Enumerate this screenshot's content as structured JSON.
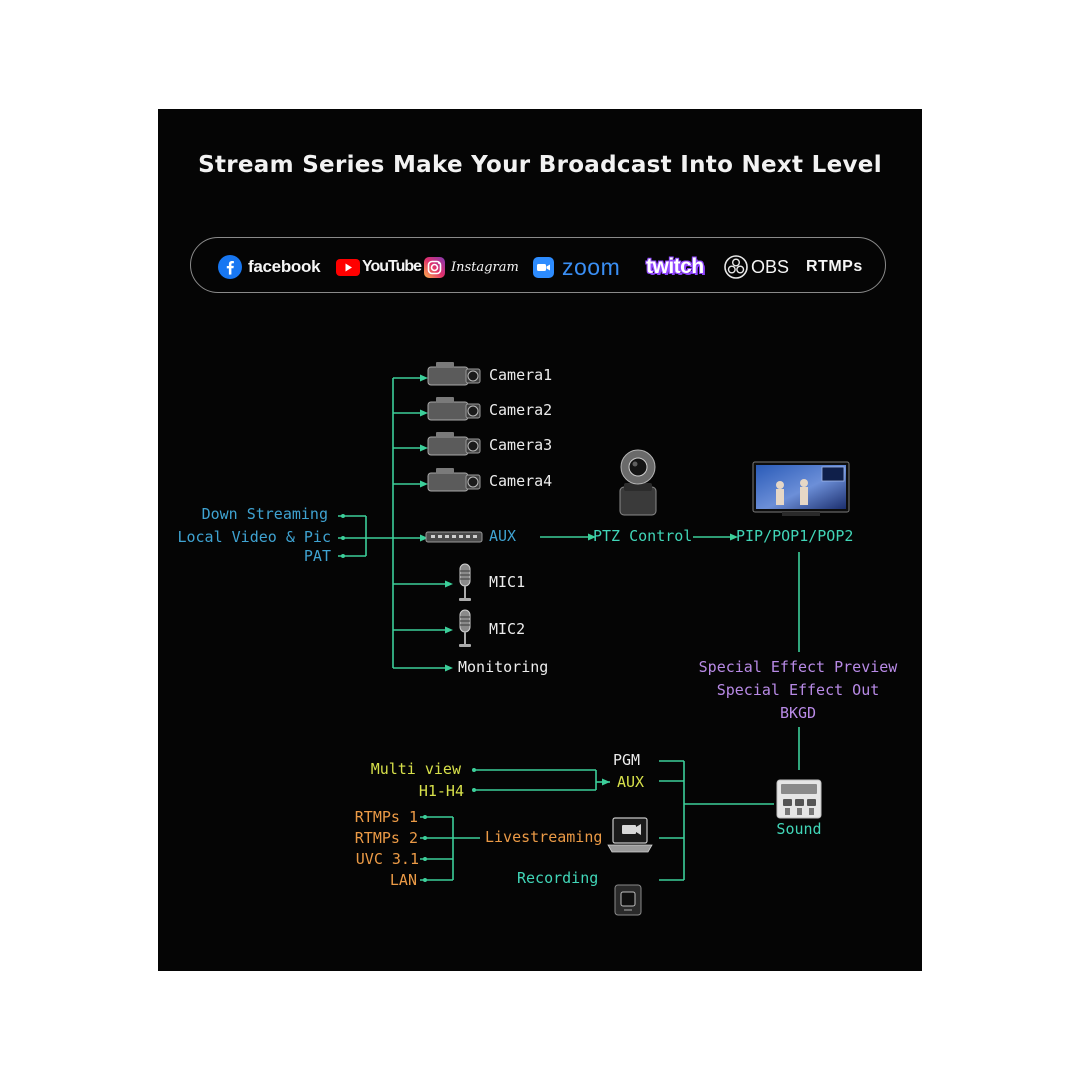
{
  "title": "Stream Series Make Your Broadcast Into Next Level",
  "platforms": {
    "facebook": "facebook",
    "youtube": "YouTube",
    "instagram": "Instagram",
    "zoom": "zoom",
    "twitch": "twitch",
    "obs": "OBS",
    "rtmps": "RTMPs"
  },
  "colors": {
    "background": "#050505",
    "input_cyan": "#3fa3d2",
    "path_teal": "#41d6b8",
    "effect_purple": "#b88ae6",
    "view_yellow": "#d7e04a",
    "stream_orange": "#eb9a46",
    "wire_green": "#3ccf9a"
  },
  "inputs": {
    "cameras": [
      "Camera1",
      "Camera2",
      "Camera3",
      "Camera4"
    ],
    "aux": "AUX",
    "mics": [
      "MIC1",
      "MIC2"
    ],
    "monitoring": "Monitoring"
  },
  "sources": [
    "Down Streaming",
    "Local Video & Pic",
    "PAT"
  ],
  "ptz": "PTZ Control",
  "pip": "PIP/POP1/POP2",
  "effects": [
    "Special Effect Preview",
    "Special Effect Out",
    "BKGD"
  ],
  "sound": "Sound",
  "outputs": {
    "pgm": "PGM",
    "aux": "AUX",
    "multi_view": "Multi view",
    "h1h4": "H1-H4",
    "livestreaming": "Livestreaming",
    "recording": "Recording",
    "stream_targets": [
      "RTMPs 1",
      "RTMPs 2",
      "UVC 3.1",
      "LAN"
    ]
  }
}
